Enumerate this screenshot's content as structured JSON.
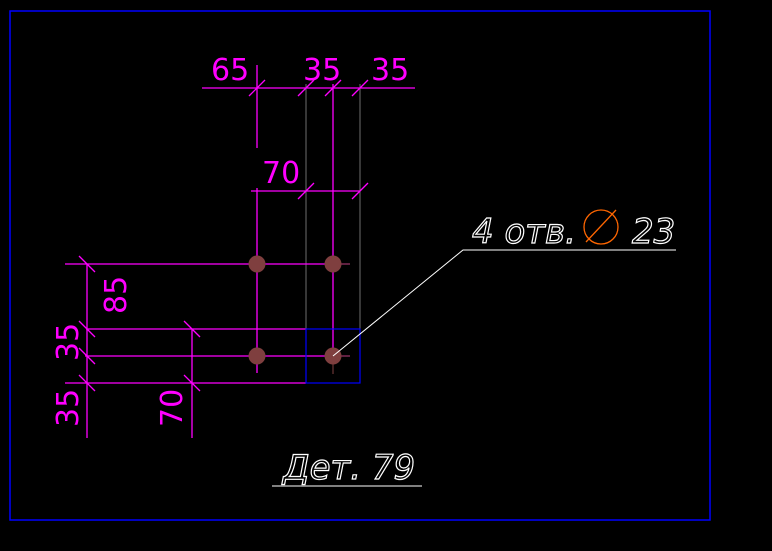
{
  "drawing": {
    "dimensions": {
      "top_65": "65",
      "top_35_a": "35",
      "top_35_b": "35",
      "mid_70": "70",
      "left_85": "85",
      "left_35_a": "35",
      "left_35_b": "35",
      "bottom_70": "70"
    },
    "hole_note": {
      "count_text": "4 отв.",
      "diameter_value": "23"
    },
    "part_label": "Дет. 79"
  },
  "colors": {
    "background": "#000000",
    "frame": "#0000ff",
    "dimension": "#ff00ff",
    "hole": "#7f3f3f",
    "diameter_symbol": "#ff6600",
    "annotation": "#ffffff"
  }
}
